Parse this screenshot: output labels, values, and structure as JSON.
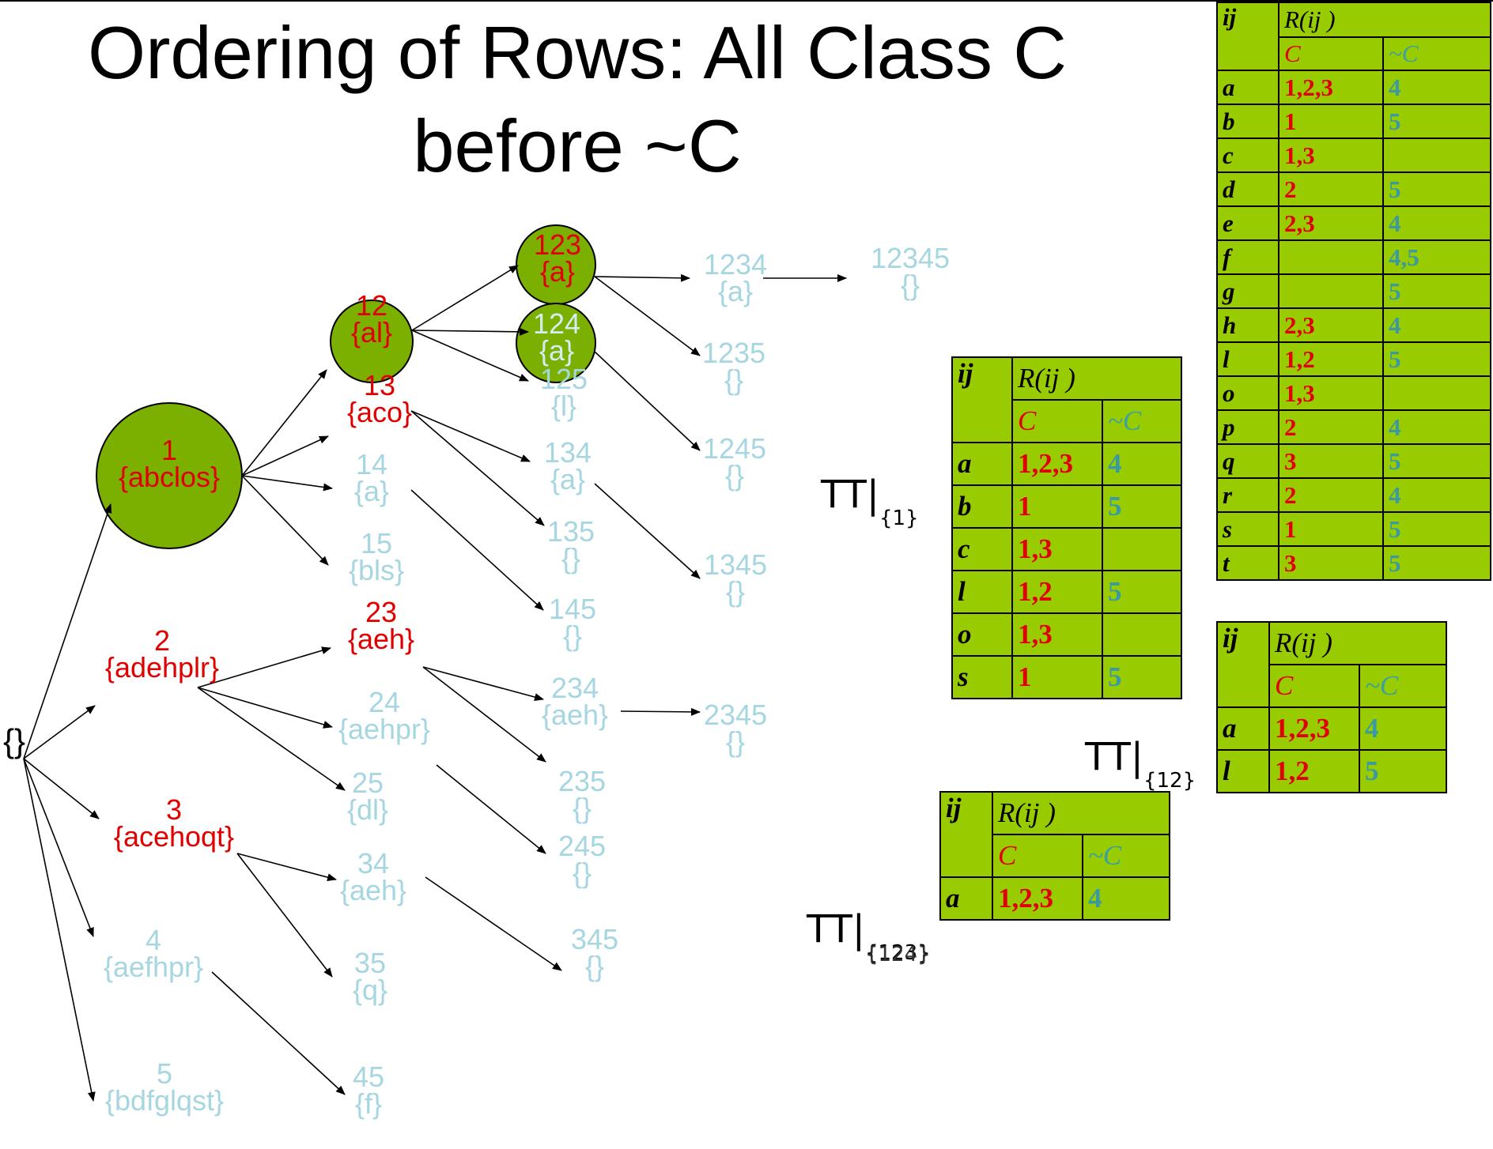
{
  "title": {
    "line1": "Ordering of Rows: All Class C",
    "line2": "before ~C"
  },
  "tree": {
    "root": {
      "set": "{}"
    },
    "level1": [
      {
        "id": "n1",
        "num": "1",
        "set": "{abclos}"
      },
      {
        "id": "n2",
        "num": "2",
        "set": "{adehplr}"
      },
      {
        "id": "n3",
        "num": "3",
        "set": "{acehoqt}"
      },
      {
        "id": "n4",
        "num": "4",
        "set": "{aefhpr}"
      },
      {
        "id": "n5",
        "num": "5",
        "set": "{bdfglqst}"
      }
    ],
    "level2": [
      {
        "id": "n12",
        "num": "12",
        "set": "{al}"
      },
      {
        "id": "n13",
        "num": "13",
        "set": "{aco}"
      },
      {
        "id": "n14",
        "num": "14",
        "set": "{a}"
      },
      {
        "id": "n15",
        "num": "15",
        "set": "{bls}"
      },
      {
        "id": "n23",
        "num": "23",
        "set": "{aeh}"
      },
      {
        "id": "n24",
        "num": "24",
        "set": "{aehpr}"
      },
      {
        "id": "n25",
        "num": "25",
        "set": "{dl}"
      },
      {
        "id": "n34",
        "num": "34",
        "set": "{aeh}"
      },
      {
        "id": "n35",
        "num": "35",
        "set": "{q}"
      },
      {
        "id": "n45",
        "num": "45",
        "set": "{f}"
      }
    ],
    "level3": [
      {
        "id": "n123",
        "num": "123",
        "set": "{a}"
      },
      {
        "id": "n124",
        "num": "124",
        "set": "{a}"
      },
      {
        "id": "n125",
        "num": "125",
        "set": "{l}"
      },
      {
        "id": "n134",
        "num": "134",
        "set": "{a}"
      },
      {
        "id": "n135",
        "num": "135",
        "set": "{}"
      },
      {
        "id": "n145",
        "num": "145",
        "set": "{}"
      },
      {
        "id": "n234",
        "num": "234",
        "set": "{aeh}"
      },
      {
        "id": "n235",
        "num": "235",
        "set": "{}"
      },
      {
        "id": "n245",
        "num": "245",
        "set": "{}"
      },
      {
        "id": "n345",
        "num": "345",
        "set": "{}"
      }
    ],
    "level4": [
      {
        "id": "n1234",
        "num": "1234",
        "set": "{a}"
      },
      {
        "id": "n1235",
        "num": "1235",
        "set": "{}"
      },
      {
        "id": "n1245",
        "num": "1245",
        "set": "{}"
      },
      {
        "id": "n1345",
        "num": "1345",
        "set": "{}"
      },
      {
        "id": "n2345",
        "num": "2345",
        "set": "{}"
      }
    ],
    "level5": [
      {
        "id": "n12345",
        "num": "12345",
        "set": "{}"
      }
    ],
    "highlighted": [
      "n1",
      "n12",
      "n123",
      "n124"
    ],
    "edges": [
      [
        "root",
        "n1"
      ],
      [
        "root",
        "n2"
      ],
      [
        "root",
        "n3"
      ],
      [
        "root",
        "n4"
      ],
      [
        "root",
        "n5"
      ],
      [
        "n1",
        "n12"
      ],
      [
        "n1",
        "n13"
      ],
      [
        "n1",
        "n14"
      ],
      [
        "n1",
        "n15"
      ],
      [
        "n2",
        "n23"
      ],
      [
        "n2",
        "n24"
      ],
      [
        "n2",
        "n25"
      ],
      [
        "n3",
        "n34"
      ],
      [
        "n3",
        "n35"
      ],
      [
        "n4",
        "n45"
      ],
      [
        "n12",
        "n123"
      ],
      [
        "n12",
        "n124"
      ],
      [
        "n12",
        "n125"
      ],
      [
        "n13",
        "n134"
      ],
      [
        "n13",
        "n135"
      ],
      [
        "n14",
        "n145"
      ],
      [
        "n23",
        "n234"
      ],
      [
        "n23",
        "n235"
      ],
      [
        "n24",
        "n245"
      ],
      [
        "n34",
        "n345"
      ],
      [
        "n123",
        "n1234"
      ],
      [
        "n123",
        "n1235"
      ],
      [
        "n124",
        "n1245"
      ],
      [
        "n134",
        "n1345"
      ],
      [
        "n234",
        "n2345"
      ],
      [
        "n1234",
        "n12345"
      ]
    ]
  },
  "table_headers": {
    "ij": "ij",
    "r": "R(ij )",
    "c": "C",
    "not_c": "~C"
  },
  "tables": {
    "full": {
      "rows": [
        {
          "ij": "a",
          "c": "1,2,3",
          "nc": "4"
        },
        {
          "ij": "b",
          "c": "1",
          "nc": "5"
        },
        {
          "ij": "c",
          "c": "1,3",
          "nc": ""
        },
        {
          "ij": "d",
          "c": "2",
          "nc": "5"
        },
        {
          "ij": "e",
          "c": "2,3",
          "nc": "4"
        },
        {
          "ij": "f",
          "c": "",
          "nc": "4,5"
        },
        {
          "ij": "g",
          "c": "",
          "nc": "5"
        },
        {
          "ij": "h",
          "c": "2,3",
          "nc": "4"
        },
        {
          "ij": "l",
          "c": "1,2",
          "nc": "5"
        },
        {
          "ij": "o",
          "c": "1,3",
          "nc": ""
        },
        {
          "ij": "p",
          "c": "2",
          "nc": "4"
        },
        {
          "ij": "q",
          "c": "3",
          "nc": "5"
        },
        {
          "ij": "r",
          "c": "2",
          "nc": "4"
        },
        {
          "ij": "s",
          "c": "1",
          "nc": "5"
        },
        {
          "ij": "t",
          "c": "3",
          "nc": "5"
        }
      ]
    },
    "pi1": {
      "label_symbol": "TT|",
      "label_sub": "{1}",
      "rows": [
        {
          "ij": "a",
          "c": "1,2,3",
          "nc": "4"
        },
        {
          "ij": "b",
          "c": "1",
          "nc": "5"
        },
        {
          "ij": "c",
          "c": "1,3",
          "nc": ""
        },
        {
          "ij": "l",
          "c": "1,2",
          "nc": "5"
        },
        {
          "ij": "o",
          "c": "1,3",
          "nc": ""
        },
        {
          "ij": "s",
          "c": "1",
          "nc": "5"
        }
      ]
    },
    "pi12": {
      "label_symbol": "TT|",
      "label_sub": "{12}",
      "rows": [
        {
          "ij": "a",
          "c": "1,2,3",
          "nc": "4"
        },
        {
          "ij": "l",
          "c": "1,2",
          "nc": "5"
        }
      ]
    },
    "pi123": {
      "label_symbol": "TT|",
      "label_sub": "{123}",
      "label_sub_overlap": "{124}",
      "rows": [
        {
          "ij": "a",
          "c": "1,2,3",
          "nc": "4"
        }
      ]
    }
  }
}
